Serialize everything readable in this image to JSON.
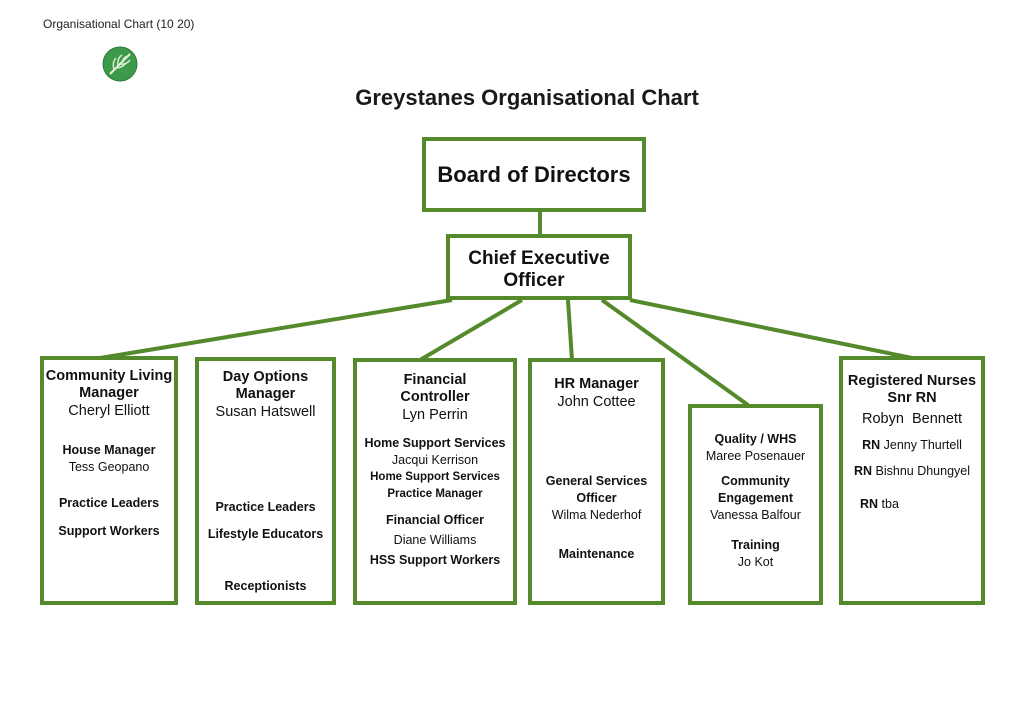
{
  "header_text": "Organisational Chart (10 20)",
  "title": "Greystanes Organisational Chart",
  "board": "Board of Directors",
  "ceo": [
    "Chief Executive",
    "Officer"
  ],
  "community": {
    "title": [
      "Community Living",
      "Manager"
    ],
    "name": "Cheryl Elliott",
    "house_manager": "House Manager",
    "house_manager_name": "Tess Geopano",
    "practice_leaders": "Practice Leaders",
    "support_workers": "Support Workers"
  },
  "day": {
    "title": [
      "Day Options",
      "Manager"
    ],
    "name": "Susan Hatswell",
    "practice_leaders": "Practice Leaders",
    "lifestyle": "Lifestyle Educators",
    "receptionists": "Receptionists"
  },
  "finance": {
    "title": [
      "Financial",
      "Controller"
    ],
    "name": "Lyn Perrin",
    "hss": "Home Support Services",
    "hss_name": "Jacqui Kerrison",
    "hss_pm1": "Home Support Services",
    "hss_pm2": "Practice Manager",
    "fin_officer": "Financial Officer",
    "fin_officer_name": "Diane Williams",
    "hss_workers": "HSS Support Workers"
  },
  "hr": {
    "title": "HR Manager",
    "name": "John Cottee",
    "gso": [
      "General Services",
      "Officer"
    ],
    "gso_name": "Wilma Nederhof",
    "maintenance": "Maintenance"
  },
  "quality": {
    "qwhs": "Quality / WHS",
    "qwhs_name": "Maree Posenauer",
    "ce": [
      "Community",
      "Engagement"
    ],
    "ce_name": "Vanessa Balfour",
    "training": "Training",
    "training_name": "Jo Kot"
  },
  "nurses": {
    "title": [
      "Registered Nurses",
      "Snr RN"
    ],
    "name": "Robyn  Bennett",
    "rn_label": "RN",
    "rn1": " Jenny Thurtell",
    "rn2": " Bishnu Dhungyel",
    "rn3": " tba"
  },
  "colors": {
    "border": "#558a2c",
    "logo": "#3d9a4a"
  }
}
